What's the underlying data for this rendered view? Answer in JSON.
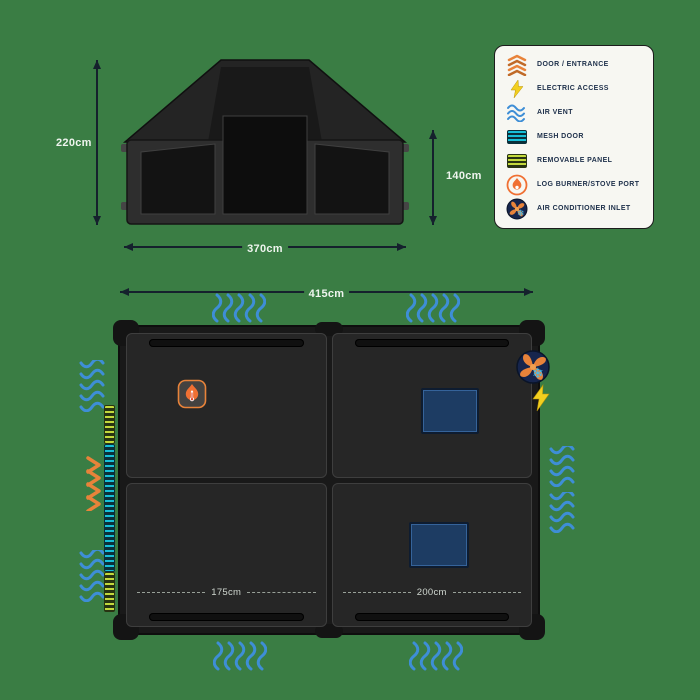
{
  "colors": {
    "background": "#3a7d44",
    "arrow": "#15212d",
    "dimension_text": "#eef4ee",
    "vent_blue": "#3e8ed6",
    "mesh_cyan": "#17bfd8",
    "panel_green": "#c3d93c",
    "door_orange": "#e8833a",
    "burner_orange": "#f07033",
    "electric_yellow": "#f2cf1f",
    "ac_navy": "#16254d"
  },
  "elevation": {
    "height_label": "220cm",
    "opening_height_label": "140cm",
    "width_label": "370cm"
  },
  "floorplan": {
    "width_label": "415cm",
    "left_section_label": "175cm",
    "right_section_label": "200cm"
  },
  "legend": {
    "items": [
      {
        "icon": "door-entrance-icon",
        "label": "DOOR / ENTRANCE"
      },
      {
        "icon": "electric-access-icon",
        "label": "ELECTRIC ACCESS"
      },
      {
        "icon": "air-vent-icon",
        "label": "AIR VENT"
      },
      {
        "icon": "mesh-door-icon",
        "label": "MESH DOOR"
      },
      {
        "icon": "removable-panel-icon",
        "label": "REMOVABLE PANEL"
      },
      {
        "icon": "log-burner-icon",
        "label": "LOG BURNER/STOVE PORT"
      },
      {
        "icon": "air-conditioner-icon",
        "label": "AIR CONDITIONER INLET"
      }
    ]
  }
}
